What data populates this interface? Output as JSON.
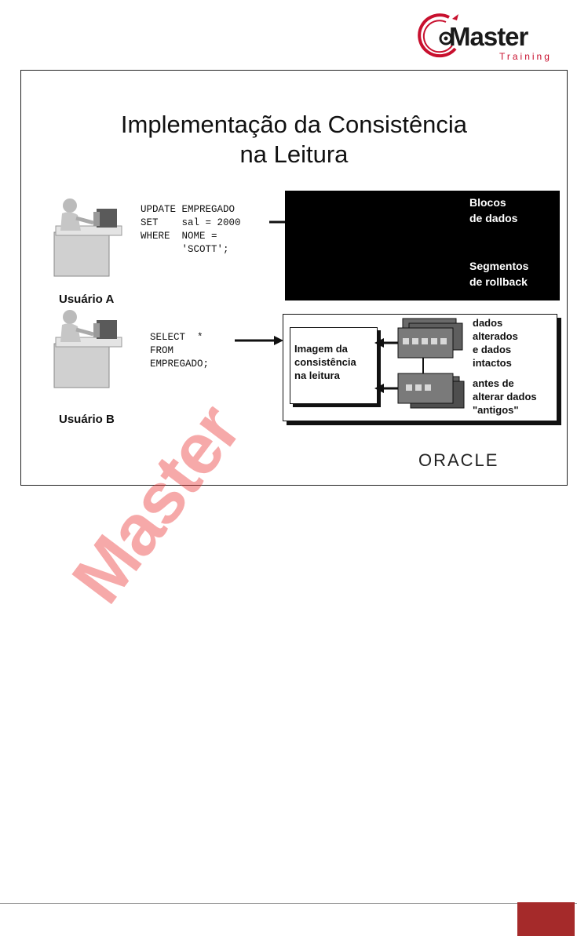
{
  "logo": {
    "word": "Master",
    "sub": "Training"
  },
  "slide": {
    "title_line1": "Implementação da Consistência",
    "title_line2": "na Leitura",
    "code_a": "UPDATE EMPREGADO\nSET    sal = 2000\nWHERE  NOME =\n       'SCOTT';",
    "code_b": "SELECT  *\nFROM\nEMPREGADO;",
    "user_a": "Usuário A",
    "user_b": "Usuário B",
    "blocks_label": "Blocos\nde dados",
    "rollback_label": "Segmentos\nde rollback",
    "image_label": "Imagem da\nconsistência\nna leitura",
    "changed_label": "dados\nalterados\ne dados\nintactos",
    "before_label": "antes de\nalterar dados\n\"antigos\"",
    "oracle": "ORACLE"
  },
  "watermark": "Master"
}
